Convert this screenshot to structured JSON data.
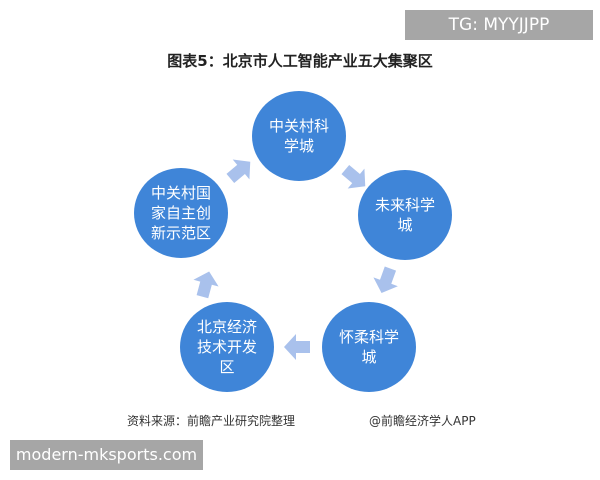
{
  "watermark_top": "TG: MYYJJPP",
  "watermark_bottom": "modern-mksports.com",
  "title": "图表5：北京市人工智能产业五大集聚区",
  "nodes": [
    "中关村科学城",
    "未来科学城",
    "怀柔科学城",
    "北京经济技术开发区",
    "中关村国家自主创新示范区"
  ],
  "source": "资料来源：前瞻产业研究院整理",
  "credit": "@前瞻经济学人APP",
  "colors": {
    "node": "#3f85d8",
    "arrow": "#a9c1ec"
  }
}
